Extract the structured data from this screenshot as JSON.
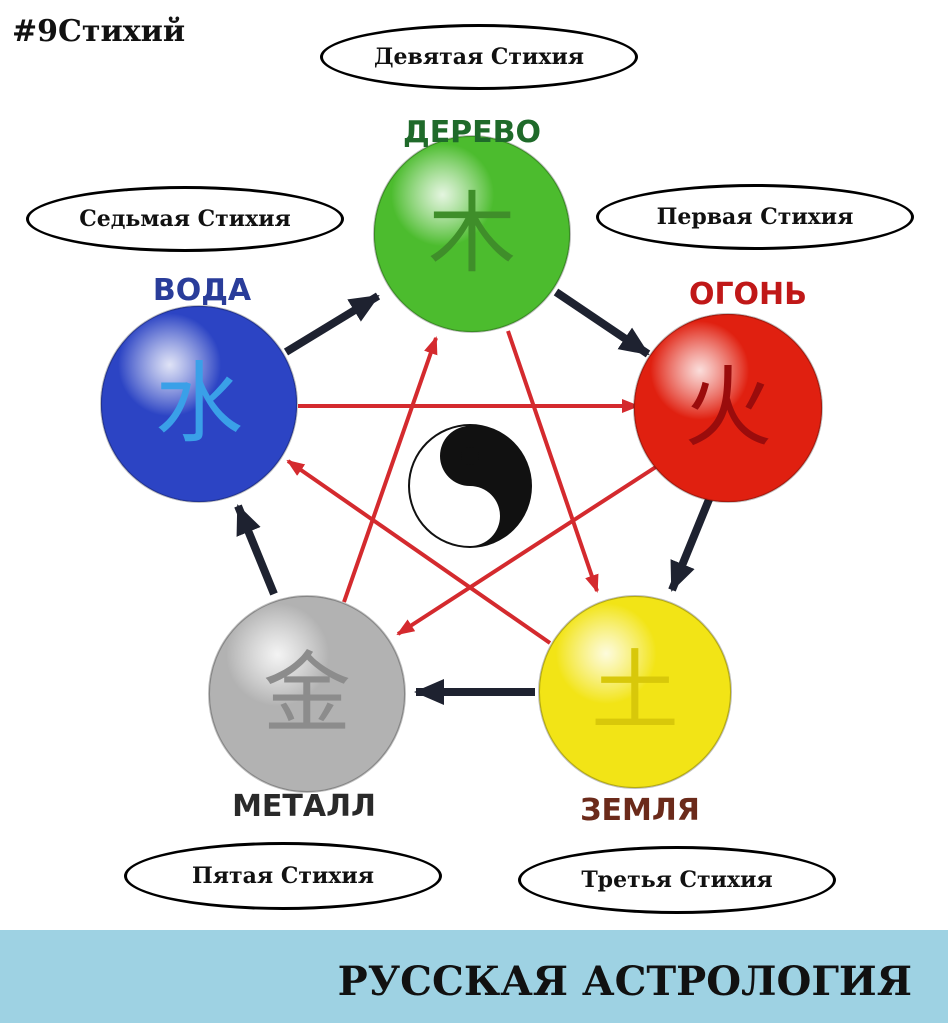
{
  "hashtag": "#9Стихий",
  "elements": {
    "wood": {
      "name": "ДЕРЕВО",
      "glyph": "木",
      "color": "#4cbc2e",
      "label": "Девятая Стихия"
    },
    "fire": {
      "name": "ОГОНЬ",
      "glyph": "火",
      "color": "#e02010",
      "label": "Первая Стихия"
    },
    "earth": {
      "name": "ЗЕМЛЯ",
      "glyph": "土",
      "color": "#f2e416",
      "label": "Третья Стихия"
    },
    "metal": {
      "name": "МЕТАЛЛ",
      "glyph": "金",
      "color": "#b2b2b2",
      "label": "Пятая Стихия"
    },
    "water": {
      "name": "ВОДА",
      "glyph": "水",
      "color": "#2c44c4",
      "label": "Седьмая Стихия"
    }
  },
  "center_symbol": "yin-yang-icon",
  "arrow_colors": {
    "cycle": "#1e2230",
    "star": "#d42a2e"
  },
  "banner": {
    "text": "РУССКАЯ АСТРОЛОГИЯ",
    "color": "#9ed2e3"
  }
}
